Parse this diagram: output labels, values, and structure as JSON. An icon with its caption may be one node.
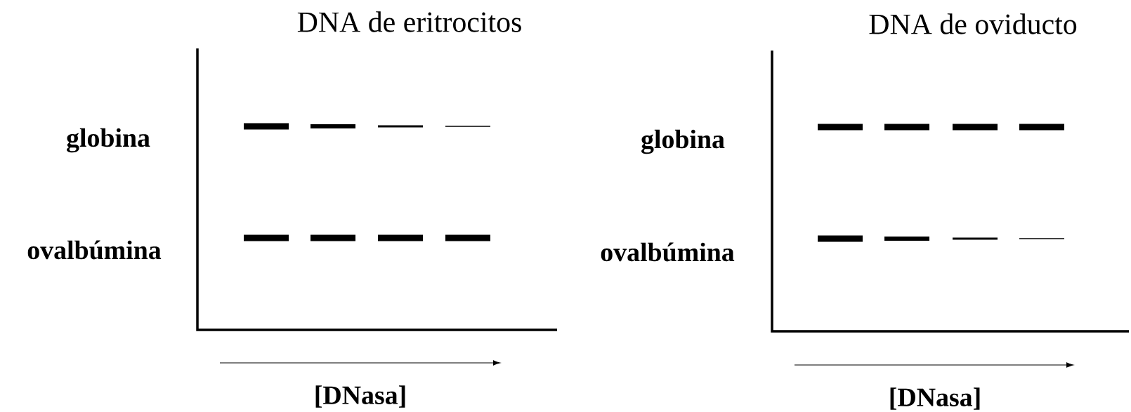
{
  "diagram": {
    "labels": [
      "DNA de eritrocitos",
      "DNA de oviducto",
      "globina",
      "globina",
      "ovalbúmina",
      "ovalbúmina",
      "[DNasa]",
      "[DNasa]"
    ]
  }
}
